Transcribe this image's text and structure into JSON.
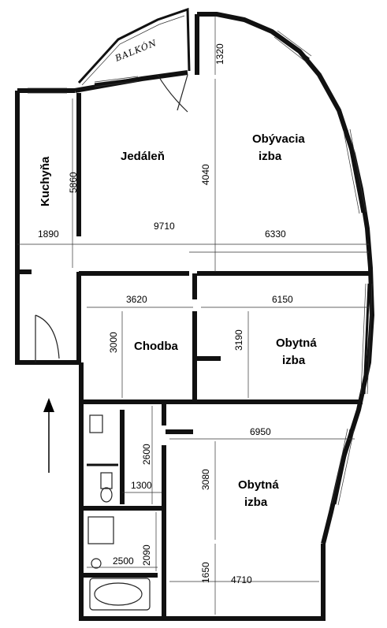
{
  "rooms": {
    "kitchen": "Kuchyňa",
    "dining": "Jedáleň",
    "living": "Obývacia izba",
    "corridor": "Chodba",
    "bedroom1": "Obytná izba",
    "bedroom2": "Obytná izba",
    "balcony": "BALKÓN"
  },
  "dimensions": {
    "d1320": "1320",
    "d5860": "5860",
    "d4040": "4040",
    "d1890": "1890",
    "d9710": "9710",
    "d6330": "6330",
    "d3620": "3620",
    "d6150": "6150",
    "d3000": "3000",
    "d3190": "3190",
    "d2600": "2600",
    "d6950": "6950",
    "d1300": "1300",
    "d3080": "3080",
    "d2500": "2500",
    "d2090": "2090",
    "d1650": "1650",
    "d4710": "4710"
  },
  "icons": {
    "north_arrow": "north-arrow-icon"
  }
}
